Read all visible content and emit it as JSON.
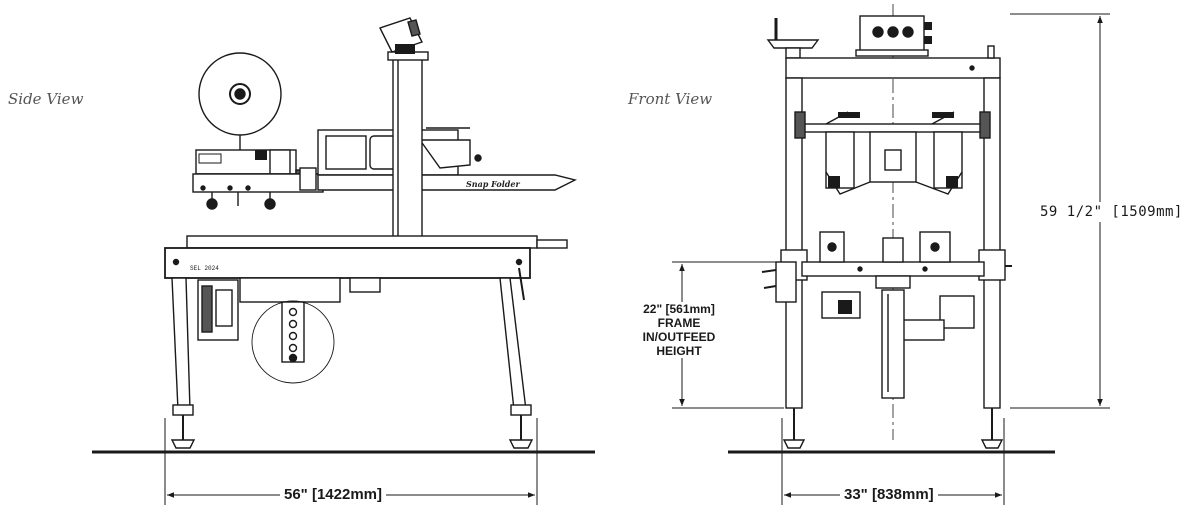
{
  "views": {
    "side_label": "Side View",
    "front_label": "Front View"
  },
  "dimensions": {
    "side_width": "56\" [1422mm]",
    "front_width": "33\" [838mm]",
    "overall_height": "59 1/2\" [1509mm]",
    "frame_height_value": "22\" [561mm]",
    "frame_height_line1": "FRAME",
    "frame_height_line2": "IN/OUTFEED",
    "frame_height_line3": "HEIGHT"
  },
  "machine": {
    "brand_label": "Snap Folder",
    "model_label": "SEL 2024"
  },
  "colors": {
    "line": "#1a1a1a",
    "label": "#555555",
    "background": "#ffffff"
  }
}
